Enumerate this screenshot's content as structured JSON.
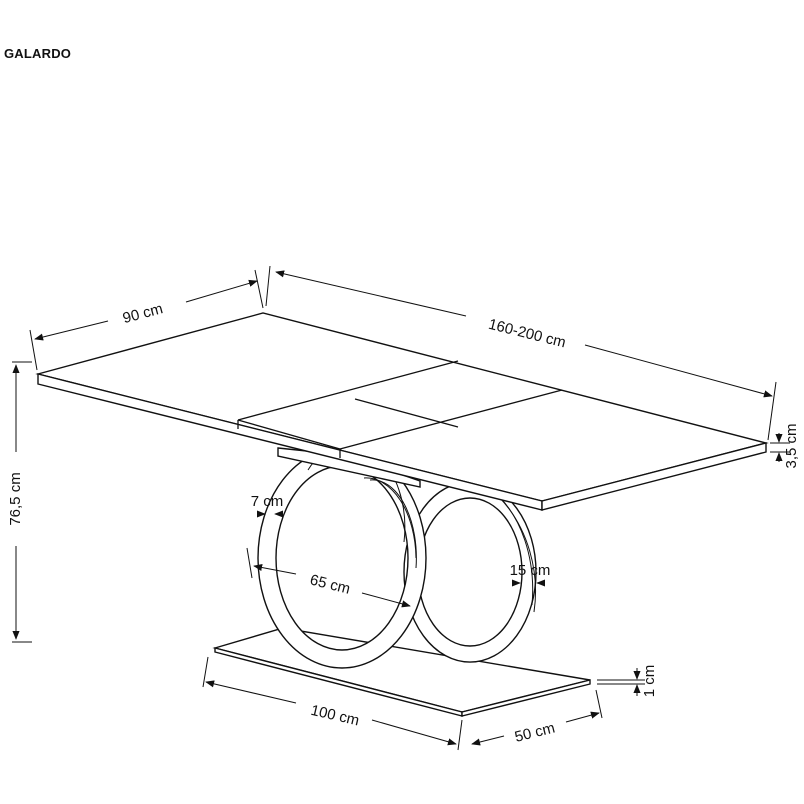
{
  "title": "GALARDO",
  "dimensions": {
    "depth_top": "90 cm",
    "length_top": "160-200 cm",
    "height": "76,5 cm",
    "top_thickness": "3,5 cm",
    "ring_thickness": "7 cm",
    "ring_diameter": "65 cm",
    "ring_width": "15 cm",
    "base_thickness": "1 cm",
    "base_length": "100 cm",
    "base_depth": "50 cm"
  }
}
